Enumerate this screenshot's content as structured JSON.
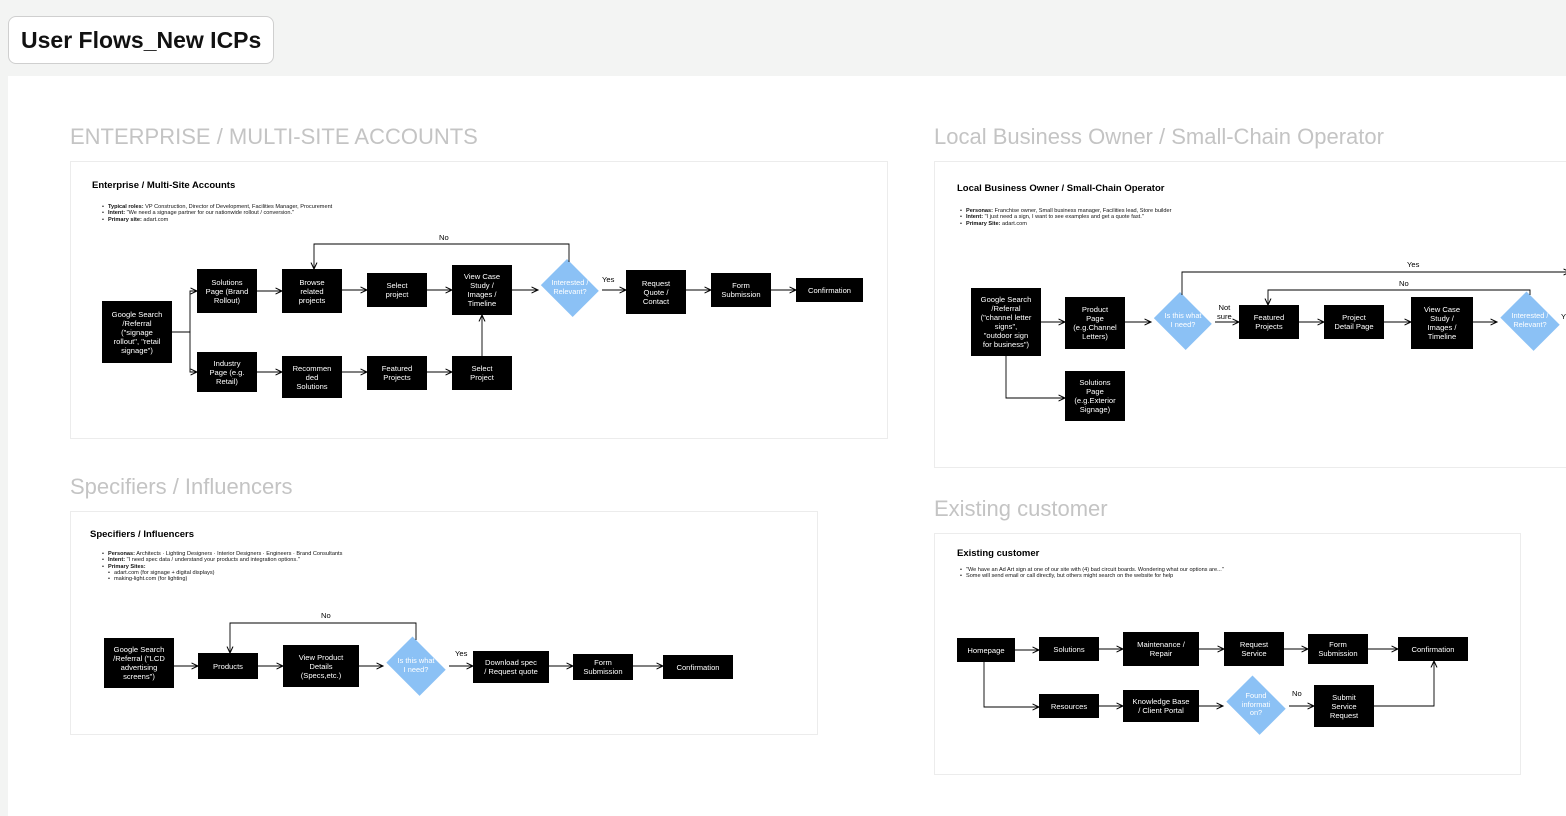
{
  "board": {
    "title": "User Flows_New ICPs"
  },
  "sections": [
    {
      "id": "enterprise",
      "section_title": "ENTERPRISE / MULTI-SITE ACCOUNTS",
      "card_title": "Enterprise / Multi-Site Accounts",
      "bullets": [
        {
          "label": "Typical roles:",
          "text": " VP Construction, Director of Development, Facilities Manager, Procurement"
        },
        {
          "label": "Intent:",
          "text": " \"We need a signage partner for our nationwide rollout / conversion.\""
        },
        {
          "label": "Primary site:",
          "text": " adart.com"
        }
      ],
      "nodes": [
        {
          "id": "e_google",
          "shape": "box",
          "text": "Google Search\n/Referral\n(\"signage\nrollout\", \"retail\nsignage\")"
        },
        {
          "id": "e_solutions",
          "shape": "box",
          "text": "Solutions\nPage (Brand\nRollout)"
        },
        {
          "id": "e_browse",
          "shape": "box",
          "text": "Browse\nrelated\nprojects"
        },
        {
          "id": "e_select1",
          "shape": "box",
          "text": "Select\nproject"
        },
        {
          "id": "e_viewcase",
          "shape": "box",
          "text": "View Case\nStudy /\nImages /\nTimeline"
        },
        {
          "id": "e_interested",
          "shape": "diamond",
          "text": "Interested /\nRelevant?"
        },
        {
          "id": "e_request",
          "shape": "box",
          "text": "Request\nQuote /\nContact"
        },
        {
          "id": "e_form",
          "shape": "box",
          "text": "Form\nSubmission"
        },
        {
          "id": "e_confirm",
          "shape": "box",
          "text": "Confirmation"
        },
        {
          "id": "e_industry",
          "shape": "box",
          "text": "Industry\nPage (e.g.\nRetail)"
        },
        {
          "id": "e_recommended",
          "shape": "box",
          "text": "Recommen\nded\nSolutions"
        },
        {
          "id": "e_featured",
          "shape": "box",
          "text": "Featured\nProjects"
        },
        {
          "id": "e_select2",
          "shape": "box",
          "text": "Select\nProject"
        }
      ],
      "edge_labels": [
        "No",
        "Yes"
      ]
    },
    {
      "id": "local",
      "section_title": "Local Business Owner / Small-Chain Operator",
      "card_title": "Local Business Owner / Small-Chain Operator",
      "bullets": [
        {
          "label": "Personas:",
          "text": " Franchise owner, Small business manager, Facilities lead, Store builder"
        },
        {
          "label": "Intent:",
          "text": " \"I just need a sign, I want to see examples and get a quote fast.\""
        },
        {
          "label": "Primary Site:",
          "text": " adart.com"
        }
      ],
      "nodes": [
        {
          "id": "l_google",
          "shape": "box",
          "text": "Google Search\n/Referral\n(\"channel letter\nsigns\",\n\"outdoor sign\nfor business\")"
        },
        {
          "id": "l_product",
          "shape": "box",
          "text": "Product\nPage\n(e.g.Channel\nLetters)"
        },
        {
          "id": "l_isthis",
          "shape": "diamond",
          "text": "Is this what\nI need?"
        },
        {
          "id": "l_featured",
          "shape": "box",
          "text": "Featured\nProjects"
        },
        {
          "id": "l_detail",
          "shape": "box",
          "text": "Project\nDetail Page"
        },
        {
          "id": "l_viewcase",
          "shape": "box",
          "text": "View Case\nStudy /\nImages /\nTimeline"
        },
        {
          "id": "l_interested",
          "shape": "diamond",
          "text": "Interested /\nRelevant?"
        },
        {
          "id": "l_solutions",
          "shape": "box",
          "text": "Solutions\nPage\n(e.g.Exterior\nSignage)"
        }
      ],
      "edge_labels": [
        "Yes",
        "No",
        "Not\nsure",
        "Y"
      ]
    },
    {
      "id": "specifiers",
      "section_title": "Specifiers / Influencers",
      "card_title": "Specifiers / Influencers",
      "bullets": [
        {
          "label": "Personas:",
          "text": " Architects · Lighting Designers · Interior Designers · Engineers · Brand Consultants"
        },
        {
          "label": "Intent:",
          "text": " \"I need spec data / understand your products and integration options.\""
        },
        {
          "label": "Primary Sites:",
          "text": ""
        },
        {
          "label": "",
          "text": "adart.com (for signage + digital displays)",
          "sub": true
        },
        {
          "label": "",
          "text": "making-light.com (for lighting)",
          "sub": true
        }
      ],
      "nodes": [
        {
          "id": "s_google",
          "shape": "box",
          "text": "Google Search\n/Referral (\"LCD\nadvertising\nscreens\")"
        },
        {
          "id": "s_products",
          "shape": "box",
          "text": "Products"
        },
        {
          "id": "s_viewproduct",
          "shape": "box",
          "text": "View Product\nDetails\n(Specs,etc.)"
        },
        {
          "id": "s_isthis",
          "shape": "diamond",
          "text": "Is this what\nI need?"
        },
        {
          "id": "s_download",
          "shape": "box",
          "text": "Download spec\n/ Request quote"
        },
        {
          "id": "s_form",
          "shape": "box",
          "text": "Form\nSubmission"
        },
        {
          "id": "s_confirm",
          "shape": "box",
          "text": "Confirmation"
        }
      ],
      "edge_labels": [
        "No",
        "Yes"
      ]
    },
    {
      "id": "existing",
      "section_title": "Existing customer",
      "card_title": "Existing customer",
      "bullets": [
        {
          "label": "",
          "text": "\"We have an Ad Art sign at one of our site with (4) bad circuit boards. Wondering what our options are...\""
        },
        {
          "label": "",
          "text": "Some will send email or call directly, but others might search on the website for help"
        }
      ],
      "nodes": [
        {
          "id": "x_home",
          "shape": "box",
          "text": "Homepage"
        },
        {
          "id": "x_solutions",
          "shape": "box",
          "text": "Solutions"
        },
        {
          "id": "x_maint",
          "shape": "box",
          "text": "Maintenance /\nRepair"
        },
        {
          "id": "x_request",
          "shape": "box",
          "text": "Request\nService"
        },
        {
          "id": "x_form",
          "shape": "box",
          "text": "Form\nSubmission"
        },
        {
          "id": "x_confirm",
          "shape": "box",
          "text": "Confirmation"
        },
        {
          "id": "x_resources",
          "shape": "box",
          "text": "Resources"
        },
        {
          "id": "x_kb",
          "shape": "box",
          "text": "Knowledge Base\n/ Client Portal"
        },
        {
          "id": "x_found",
          "shape": "diamond",
          "text": "Found\ninformati\non?"
        },
        {
          "id": "x_submit",
          "shape": "box",
          "text": "Submit\nService\nRequest"
        }
      ],
      "edge_labels": [
        "No"
      ]
    }
  ],
  "colors": {
    "node_fill": "#000000",
    "decision_fill": "#8bc1f5",
    "section_title": "#c4c4c4",
    "canvas": "#ffffff",
    "background": "#f3f4f3"
  }
}
